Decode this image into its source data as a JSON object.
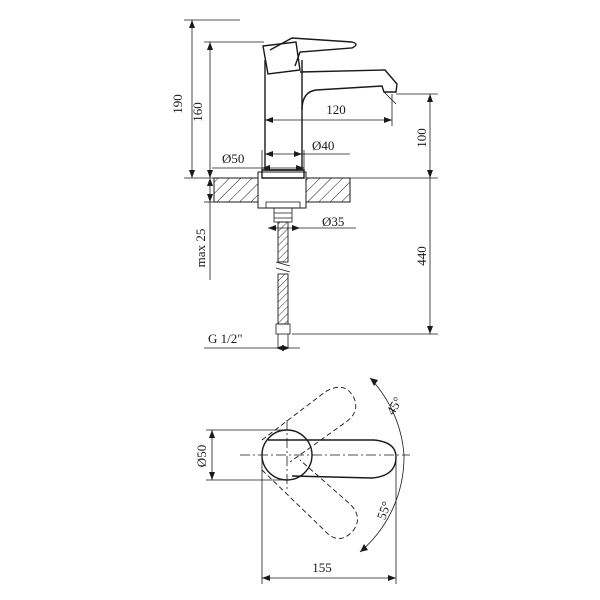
{
  "labels": {
    "h190": "190",
    "h160": "160",
    "reach120": "120",
    "h100": "100",
    "d50_top": "Ø50",
    "d40": "Ø40",
    "d35": "Ø35",
    "max25": "max 25",
    "h440": "440",
    "thread": "G 1/2\"",
    "d50_plan": "Ø50",
    "angle45": "45°",
    "angle55": "55°",
    "w155": "155"
  }
}
